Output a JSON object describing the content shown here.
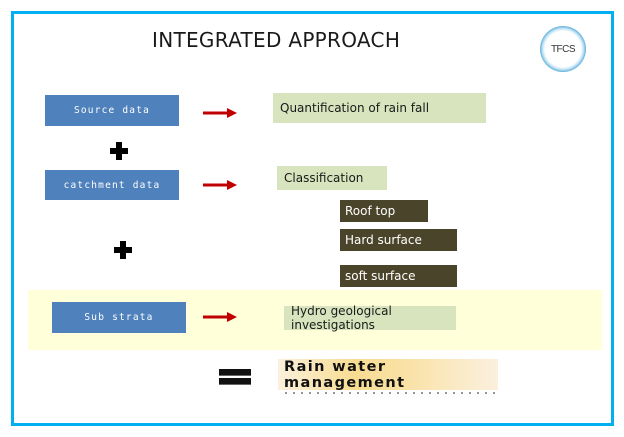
{
  "title": "INTEGRATED APPROACH",
  "logo": {
    "text": "TFCS",
    "icon": "tfcs-logo-icon"
  },
  "colors": {
    "frame_border": "#00b0f0",
    "input_box": "#4f81bd",
    "output_box": "#d7e4bd",
    "class_box": "#4a452a",
    "arrow": "#c00000",
    "highlight_band": "#ffffd9",
    "result_box": "#f8dc91"
  },
  "inputs": [
    {
      "label": "Source data"
    },
    {
      "label": "catchment data"
    },
    {
      "label": "Sub strata"
    }
  ],
  "outputs": [
    {
      "label": "Quantification of rain fall"
    },
    {
      "label": "Classification"
    },
    {
      "label": "Hydro geological investigations"
    }
  ],
  "classification_items": [
    {
      "label": "Roof top"
    },
    {
      "label": "Hard surface"
    },
    {
      "label": "soft surface"
    }
  ],
  "operators": {
    "plus": "plus-icon",
    "arrow": "arrow-right-icon",
    "equals": "equals-icon"
  },
  "result": {
    "label": "Rain water management"
  }
}
